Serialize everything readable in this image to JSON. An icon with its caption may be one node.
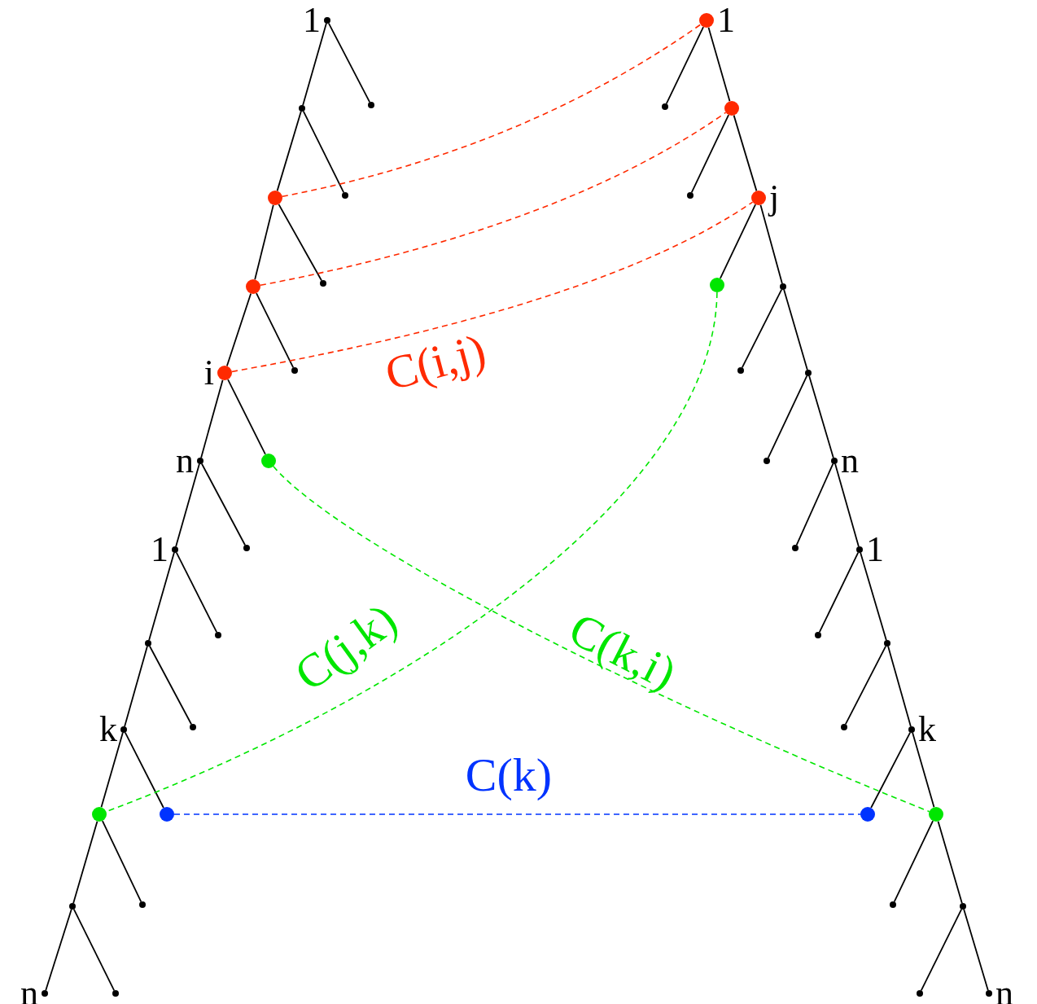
{
  "diagram": {
    "nodes": [
      {
        "text": [],
        "shape": "circle",
        "beside": [
          "1"
        ]
      },
      {
        "text": [],
        "shape": "circle"
      },
      {
        "text": [],
        "shape": "circle"
      },
      {
        "text": [],
        "shape": "circle"
      },
      {
        "text": [],
        "shape": "circle",
        "beside": [
          "i"
        ]
      },
      {
        "text": [],
        "shape": "circle",
        "beside": [
          "n"
        ]
      },
      {
        "text": [],
        "shape": "circle",
        "beside": [
          "1"
        ]
      },
      {
        "text": [],
        "shape": "circle"
      },
      {
        "text": [],
        "shape": "circle",
        "beside": [
          "k"
        ]
      },
      {
        "text": [],
        "shape": "circle"
      },
      {
        "text": [],
        "shape": "circle"
      },
      {
        "text": [],
        "shape": "circle",
        "beside": [
          "n"
        ]
      },
      {
        "text": [],
        "shape": "circle"
      },
      {
        "text": [],
        "shape": "circle"
      },
      {
        "text": [],
        "shape": "circle"
      },
      {
        "text": [],
        "shape": "circle"
      },
      {
        "text": [],
        "shape": "circle"
      },
      {
        "text": [],
        "shape": "circle"
      },
      {
        "text": [],
        "shape": "circle"
      },
      {
        "text": [],
        "shape": "circle"
      },
      {
        "text": [],
        "shape": "circle"
      },
      {
        "text": [],
        "shape": "circle"
      },
      {
        "text": [],
        "shape": "circle"
      },
      {
        "text": [],
        "shape": "circle",
        "beside": [
          "1"
        ]
      },
      {
        "text": [],
        "shape": "circle"
      },
      {
        "text": [],
        "shape": "circle",
        "beside": [
          "j"
        ]
      },
      {
        "text": [],
        "shape": "circle"
      },
      {
        "text": [],
        "shape": "circle"
      },
      {
        "text": [],
        "shape": "circle",
        "beside": [
          "n"
        ]
      },
      {
        "text": [],
        "shape": "circle",
        "beside": [
          "1"
        ]
      },
      {
        "text": [],
        "shape": "circle"
      },
      {
        "text": [],
        "shape": "circle",
        "beside": [
          "k"
        ]
      },
      {
        "text": [],
        "shape": "circle"
      },
      {
        "text": [],
        "shape": "circle"
      },
      {
        "text": [],
        "shape": "circle",
        "beside": [
          "n"
        ]
      },
      {
        "text": [],
        "shape": "circle"
      },
      {
        "text": [],
        "shape": "circle"
      },
      {
        "text": [],
        "shape": "circle"
      },
      {
        "text": [],
        "shape": "circle"
      },
      {
        "text": [],
        "shape": "circle"
      },
      {
        "text": [],
        "shape": "circle"
      },
      {
        "text": [],
        "shape": "circle"
      },
      {
        "text": [],
        "shape": "circle"
      },
      {
        "text": [],
        "shape": "circle"
      },
      {
        "text": [],
        "shape": "circle"
      },
      {
        "text": [],
        "shape": "circle"
      }
    ],
    "edges": [
      {
        "from": 0,
        "to": 1,
        "arrow": "none"
      },
      {
        "from": 1,
        "to": 2,
        "arrow": "none"
      },
      {
        "from": 2,
        "to": 3,
        "arrow": "none"
      },
      {
        "from": 3,
        "to": 4,
        "arrow": "none"
      },
      {
        "from": 4,
        "to": 5,
        "arrow": "none"
      },
      {
        "from": 5,
        "to": 6,
        "arrow": "none"
      },
      {
        "from": 6,
        "to": 7,
        "arrow": "none"
      },
      {
        "from": 7,
        "to": 8,
        "arrow": "none"
      },
      {
        "from": 8,
        "to": 9,
        "arrow": "none"
      },
      {
        "from": 9,
        "to": 10,
        "arrow": "none"
      },
      {
        "from": 10,
        "to": 11,
        "arrow": "none"
      },
      {
        "from": 0,
        "to": 12,
        "arrow": "none"
      },
      {
        "from": 1,
        "to": 13,
        "arrow": "none"
      },
      {
        "from": 2,
        "to": 14,
        "arrow": "none"
      },
      {
        "from": 3,
        "to": 15,
        "arrow": "none"
      },
      {
        "from": 4,
        "to": 16,
        "arrow": "none"
      },
      {
        "from": 5,
        "to": 17,
        "arrow": "none"
      },
      {
        "from": 6,
        "to": 18,
        "arrow": "none"
      },
      {
        "from": 7,
        "to": 19,
        "arrow": "none"
      },
      {
        "from": 8,
        "to": 20,
        "arrow": "none"
      },
      {
        "from": 9,
        "to": 21,
        "arrow": "none"
      },
      {
        "from": 10,
        "to": 22,
        "arrow": "none"
      },
      {
        "from": 23,
        "to": 24,
        "arrow": "none"
      },
      {
        "from": 24,
        "to": 25,
        "arrow": "none"
      },
      {
        "from": 25,
        "to": 26,
        "arrow": "none"
      },
      {
        "from": 26,
        "to": 27,
        "arrow": "none"
      },
      {
        "from": 27,
        "to": 28,
        "arrow": "none"
      },
      {
        "from": 28,
        "to": 29,
        "arrow": "none"
      },
      {
        "from": 29,
        "to": 30,
        "arrow": "none"
      },
      {
        "from": 30,
        "to": 31,
        "arrow": "none"
      },
      {
        "from": 31,
        "to": 32,
        "arrow": "none"
      },
      {
        "from": 32,
        "to": 33,
        "arrow": "none"
      },
      {
        "from": 33,
        "to": 34,
        "arrow": "none"
      },
      {
        "from": 23,
        "to": 35,
        "arrow": "none"
      },
      {
        "from": 24,
        "to": 36,
        "arrow": "none"
      },
      {
        "from": 25,
        "to": 37,
        "arrow": "none"
      },
      {
        "from": 26,
        "to": 38,
        "arrow": "none"
      },
      {
        "from": 27,
        "to": 39,
        "arrow": "none"
      },
      {
        "from": 28,
        "to": 40,
        "arrow": "none"
      },
      {
        "from": 29,
        "to": 41,
        "arrow": "none"
      },
      {
        "from": 30,
        "to": 42,
        "arrow": "none"
      },
      {
        "from": 31,
        "to": 43,
        "arrow": "none"
      },
      {
        "from": 32,
        "to": 44,
        "arrow": "none"
      },
      {
        "from": 33,
        "to": 45,
        "arrow": "none"
      },
      {
        "from": 2,
        "to": 23,
        "arrow": "none",
        "style": "dashed",
        "color": "#ff2a00"
      },
      {
        "from": 3,
        "to": 24,
        "arrow": "none",
        "style": "dashed",
        "color": "#ff2a00"
      },
      {
        "from": 4,
        "to": 25,
        "arrow": "none",
        "style": "dashed",
        "color": "#ff2a00",
        "label": "C(i,j)"
      },
      {
        "from": 37,
        "to": 9,
        "arrow": "none",
        "style": "dashed",
        "color": "#00e600",
        "label": "C(j,k)"
      },
      {
        "from": 16,
        "to": 32,
        "arrow": "none",
        "style": "dashed",
        "color": "#00e600",
        "label": "C(k,i)"
      },
      {
        "from": 20,
        "to": 43,
        "arrow": "none",
        "style": "dashed",
        "color": "#0033ff",
        "label": "C(k)"
      }
    ]
  }
}
